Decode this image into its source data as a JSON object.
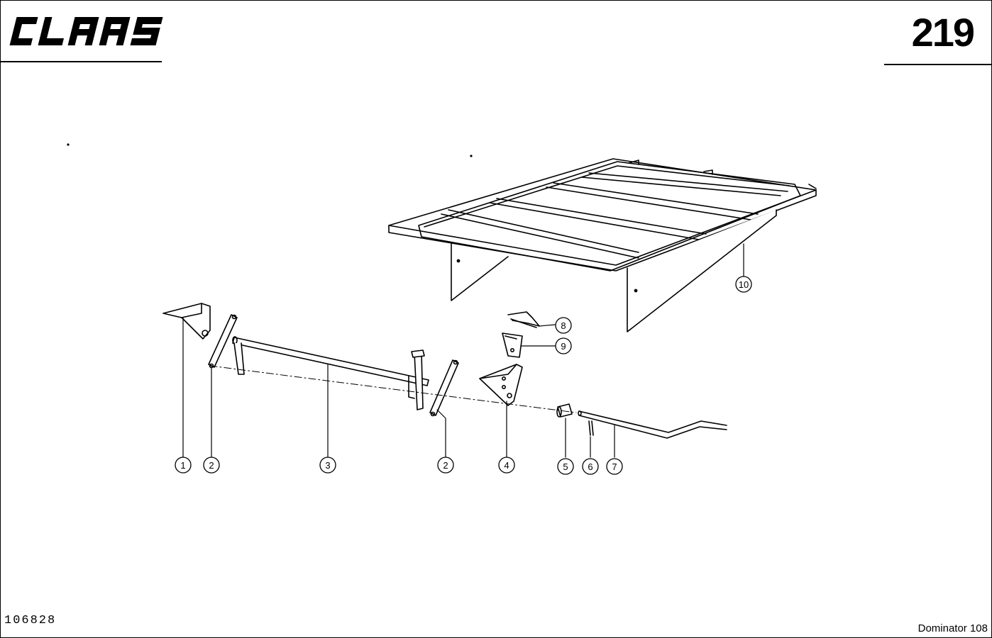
{
  "header": {
    "brand": "CLAAS",
    "page_number": "219"
  },
  "footer": {
    "drawing_number": "106828",
    "model": "Dominator 108"
  },
  "callouts": [
    "1",
    "2",
    "3",
    "2",
    "4",
    "5",
    "6",
    "7",
    "8",
    "9",
    "10"
  ]
}
